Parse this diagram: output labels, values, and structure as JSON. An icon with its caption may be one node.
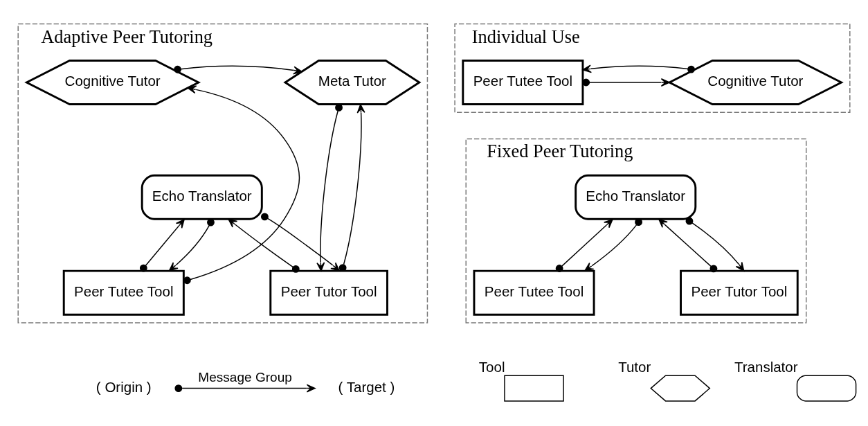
{
  "diagram": {
    "nodes": [
      {
        "text": [
          "Adaptive Peer Tutoring"
        ]
      },
      {
        "text": [
          "Cognitive Tutor"
        ],
        "in": 0
      },
      {
        "text": [
          "Meta Tutor"
        ],
        "in": 0
      },
      {
        "text": [
          "Echo Translator"
        ],
        "in": 0
      },
      {
        "text": [
          "Peer Tutee Tool"
        ],
        "in": 0
      },
      {
        "text": [
          "Peer Tutor Tool"
        ],
        "in": 0
      },
      {
        "text": [
          "Individual Use"
        ]
      },
      {
        "text": [
          "Peer Tutee Tool"
        ],
        "in": 6
      },
      {
        "text": [
          "Cognitive Tutor"
        ],
        "in": 6
      },
      {
        "text": [
          "Fixed Peer Tutoring"
        ]
      },
      {
        "text": [
          "Echo Translator"
        ],
        "in": 9
      },
      {
        "text": [
          "Peer Tutee Tool"
        ],
        "in": 9
      },
      {
        "text": [
          "Peer Tutor Tool"
        ],
        "in": 9
      },
      {
        "text": [
          "( Origin )"
        ]
      },
      {
        "text": [
          "( Target )"
        ]
      },
      {
        "text": [],
        "shape": "box",
        "beside": [
          "Tool"
        ]
      },
      {
        "text": [],
        "shape": "hexagon",
        "beside": [
          "Tutor"
        ]
      },
      {
        "text": [],
        "shape": "stadium",
        "beside": [
          "Translator"
        ]
      }
    ],
    "edges": [
      {
        "from": 1,
        "to": 2,
        "arrow": "to"
      },
      {
        "from": 4,
        "to": 1,
        "arrow": "to"
      },
      {
        "from": 4,
        "to": 3,
        "arrow": "to"
      },
      {
        "from": 5,
        "to": 3,
        "arrow": "to"
      },
      {
        "from": 5,
        "to": 2,
        "arrow": "to"
      },
      {
        "from": 2,
        "to": 5,
        "arrow": "to"
      },
      {
        "from": 3,
        "to": 4,
        "arrow": "to"
      },
      {
        "from": 3,
        "to": 5,
        "arrow": "to"
      },
      {
        "from": 7,
        "to": 8,
        "arrow": "to"
      },
      {
        "from": 8,
        "to": 7,
        "arrow": "to"
      },
      {
        "from": 11,
        "to": 10,
        "arrow": "to"
      },
      {
        "from": 12,
        "to": 10,
        "arrow": "to"
      },
      {
        "from": 10,
        "to": 11,
        "arrow": "to"
      },
      {
        "from": 10,
        "to": 12,
        "arrow": "to"
      },
      {
        "from": 13,
        "to": 14,
        "arrow": "to",
        "label": "Message Group"
      }
    ]
  }
}
